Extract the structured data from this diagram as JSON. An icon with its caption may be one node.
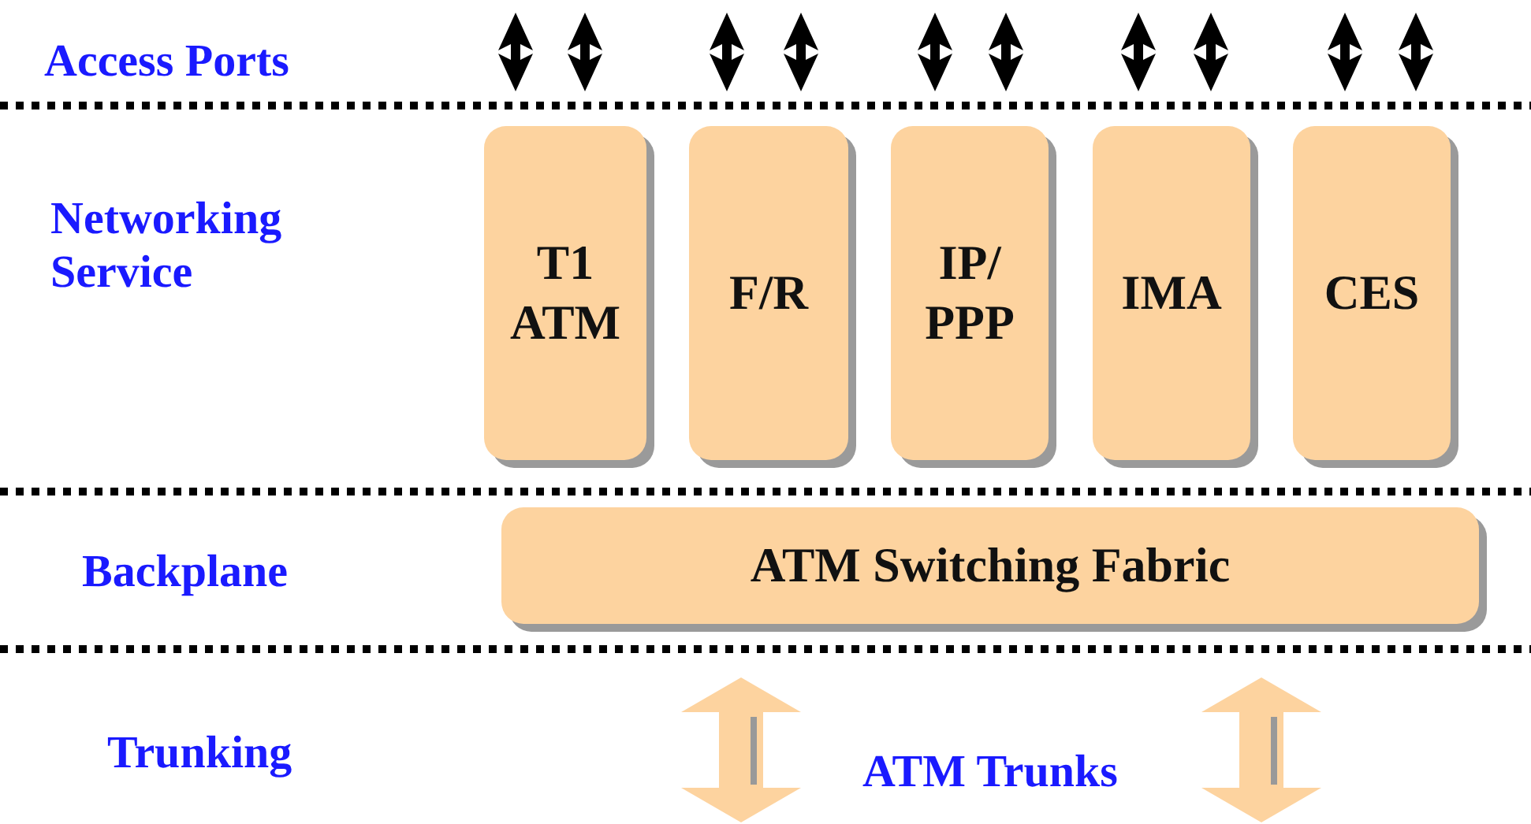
{
  "diagram": {
    "nodes": [
      {
        "text": [
          "T1 ATM"
        ]
      },
      {
        "text": [
          "F/R"
        ]
      },
      {
        "text": [
          "IP/ PPP"
        ]
      },
      {
        "text": [
          "IMA"
        ]
      },
      {
        "text": [
          "CES"
        ]
      },
      {
        "text": [
          "ATM Switching Fabric"
        ]
      }
    ],
    "labels": [
      "Access Ports",
      "Networking Service",
      "Backplane",
      "Trunking",
      "ATM Trunks"
    ]
  }
}
